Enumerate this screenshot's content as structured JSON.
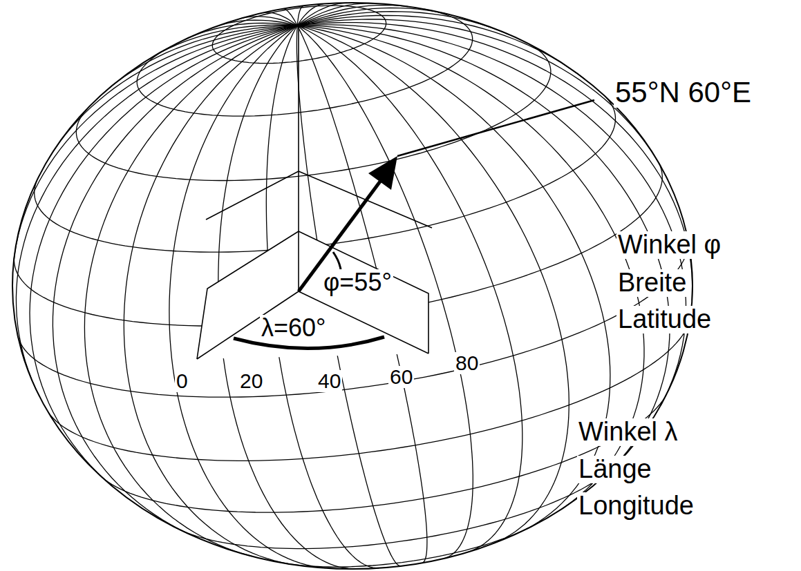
{
  "diagram": {
    "labels": [
      "55°N 60°E",
      "φ=55°",
      "λ=60°",
      "0",
      "20",
      "40",
      "60",
      "80",
      "Winkel φ",
      "Breite",
      "Latitude",
      "Winkel λ",
      "Länge",
      "Longitude"
    ]
  }
}
